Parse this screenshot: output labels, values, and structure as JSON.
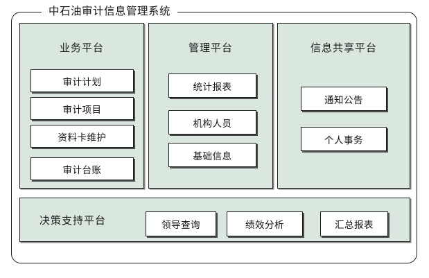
{
  "frame": {
    "title": "中石油审计信息管理系统"
  },
  "panels": [
    {
      "id": "business",
      "title": "业务平台",
      "modules": [
        {
          "label": "审计计划"
        },
        {
          "label": "审计项目"
        },
        {
          "label": "资料卡维护"
        },
        {
          "label": "审计台账"
        }
      ]
    },
    {
      "id": "manage",
      "title": "管理平台",
      "modules": [
        {
          "label": "统计报表"
        },
        {
          "label": "机构人员"
        },
        {
          "label": "基础信息"
        }
      ]
    },
    {
      "id": "share",
      "title": "信息共享平台",
      "modules": [
        {
          "label": "通知公告"
        },
        {
          "label": "个人事务"
        }
      ]
    }
  ],
  "decision": {
    "title": "决策支持平台",
    "modules": [
      {
        "label": "领导查询"
      },
      {
        "label": "绩效分析"
      },
      {
        "label": "汇总报表"
      }
    ]
  },
  "colors": {
    "panel_fill": "#d9e7de",
    "module_fill": "#ffffff",
    "outline": "#1a1a1a",
    "page_background": "#ffffff",
    "text": "#111111"
  }
}
